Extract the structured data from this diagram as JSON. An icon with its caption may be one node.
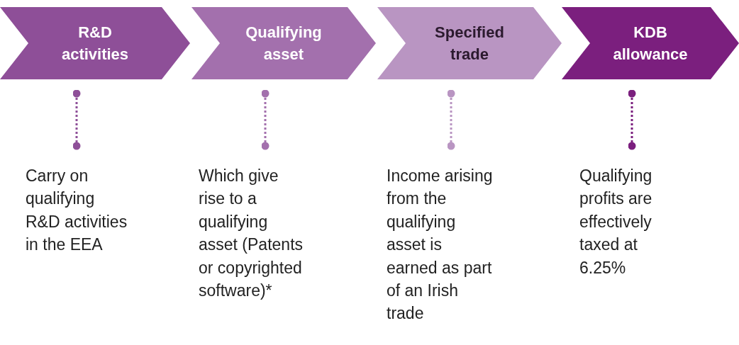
{
  "diagram": {
    "nodes": [
      {
        "text": [
          "R&D activities"
        ]
      },
      {
        "text": [
          "Qualifying asset"
        ]
      },
      {
        "text": [
          "Specified trade"
        ]
      },
      {
        "text": [
          "KDB allowance"
        ]
      },
      {
        "text": [
          "Carry on qualifying R&D activities in the EEA"
        ]
      },
      {
        "text": [
          "Which give rise to a qualifying asset (Patents or copyrighted software)*"
        ]
      },
      {
        "text": [
          "Income arising from the qualifying asset is earned as part of an Irish trade"
        ]
      },
      {
        "text": [
          "Qualifying profits are effectively taxed at 6.25%"
        ]
      }
    ],
    "edges": [
      {
        "from": 0,
        "to": 4,
        "arrow": "other",
        "style": "dashed",
        "color": "#8e4f98"
      },
      {
        "from": 1,
        "to": 5,
        "arrow": "other",
        "style": "dashed",
        "color": "#a370ad"
      },
      {
        "from": 2,
        "to": 6,
        "arrow": "other",
        "style": "dashed",
        "color": "#b995c2"
      },
      {
        "from": 3,
        "to": 7,
        "arrow": "other",
        "style": "dashed",
        "color": "#7b1f7e"
      }
    ]
  }
}
